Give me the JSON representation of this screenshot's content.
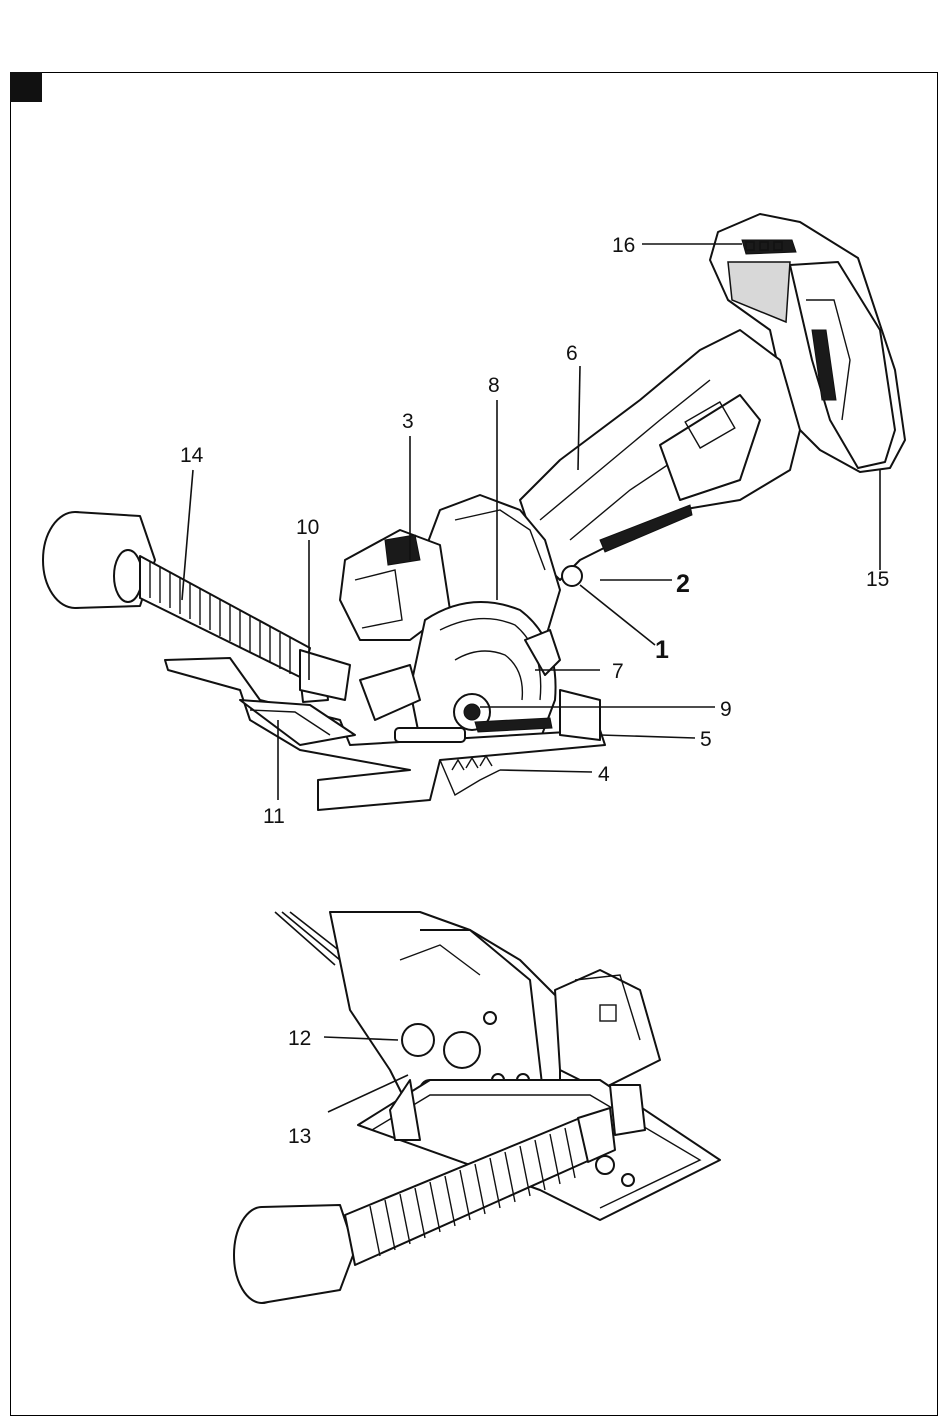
{
  "figure": {
    "labels": [
      {
        "id": "1",
        "text": "1"
      },
      {
        "id": "2",
        "text": "2"
      },
      {
        "id": "3",
        "text": "3"
      },
      {
        "id": "4",
        "text": "4"
      },
      {
        "id": "5",
        "text": "5"
      },
      {
        "id": "6",
        "text": "6"
      },
      {
        "id": "7",
        "text": "7"
      },
      {
        "id": "8",
        "text": "8"
      },
      {
        "id": "9",
        "text": "9"
      },
      {
        "id": "10",
        "text": "10"
      },
      {
        "id": "11",
        "text": "11"
      },
      {
        "id": "12",
        "text": "12"
      },
      {
        "id": "13",
        "text": "13"
      },
      {
        "id": "14",
        "text": "14"
      },
      {
        "id": "15",
        "text": "15"
      },
      {
        "id": "16",
        "text": "16"
      }
    ]
  }
}
